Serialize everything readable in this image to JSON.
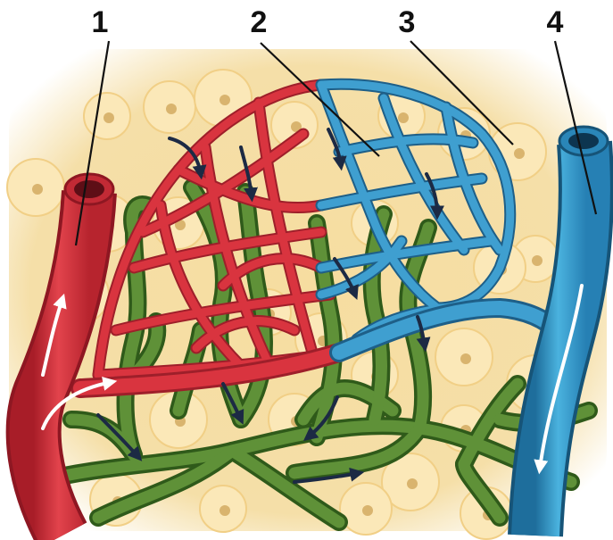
{
  "labels": [
    "1",
    "2",
    "3",
    "4"
  ],
  "colors": {
    "artery": "#d9343f",
    "artery_dark": "#9e1f2a",
    "vein": "#2f8fc1",
    "vein_dark": "#1e5f88",
    "lymph": "#4c7d2e",
    "lymph_dark": "#2f5a1a",
    "tissue": "#f6dfa3",
    "cell": "#fbe8b8",
    "nucleus": "#d9b46e",
    "arrow_dark": "#1c2a44",
    "arrow_light": "#ffffff"
  },
  "icons": {
    "artery": "red-tube",
    "vein": "blue-tube",
    "lymph": "green-branching-vessel",
    "flow": "arrow"
  }
}
